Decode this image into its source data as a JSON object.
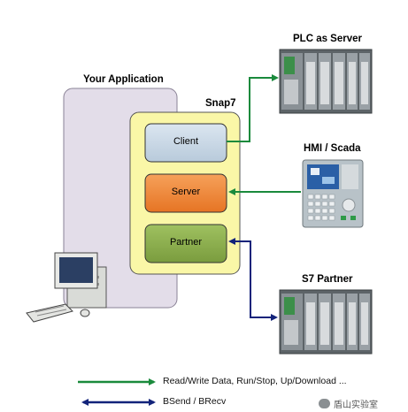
{
  "labels": {
    "your_application": "Your Application",
    "snap7": "Snap7",
    "plc_server": "PLC as Server",
    "hmi_scada": "HMI / Scada",
    "s7_partner": "S7 Partner"
  },
  "boxes": {
    "client": "Client",
    "server": "Server",
    "partner": "Partner"
  },
  "legend": {
    "green_text": "Read/Write Data, Run/Stop, Up/Download ...",
    "blue_text": "BSend / BRecv"
  },
  "watermark": "盾山实验室",
  "colors": {
    "app_panel": "#e3dde9",
    "snap7_panel": "#faf7a7",
    "client": "#c8d8e6",
    "server": "#f0883a",
    "partner": "#8eb04e",
    "green_arrow": "#1a8a3c",
    "blue_arrow": "#12237a"
  }
}
